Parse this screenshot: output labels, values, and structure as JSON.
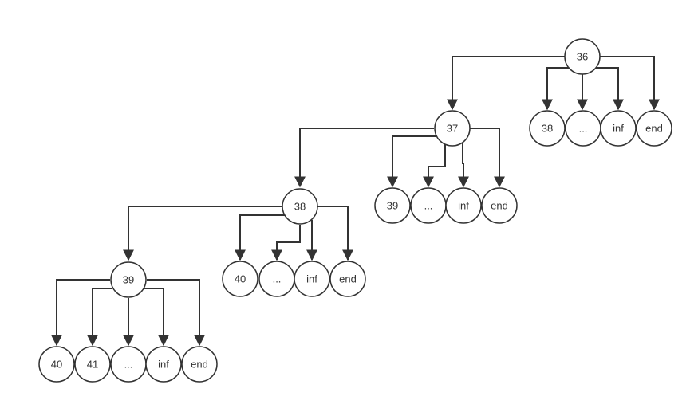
{
  "nodes": {
    "n36": "36",
    "n37": "37",
    "c36_38": "38",
    "c36_dots": "...",
    "c36_inf": "inf",
    "c36_end": "end",
    "n38": "38",
    "c37_39": "39",
    "c37_dots": "...",
    "c37_inf": "inf",
    "c37_end": "end",
    "n39": "39",
    "c38_40": "40",
    "c38_dots": "...",
    "c38_inf": "inf",
    "c38_end": "end",
    "c39_40": "40",
    "c39_41": "41",
    "c39_dots": "...",
    "c39_inf": "inf",
    "c39_end": "end"
  },
  "edges": [
    [
      "n36",
      "n37"
    ],
    [
      "n36",
      "c36_38"
    ],
    [
      "n36",
      "c36_dots"
    ],
    [
      "n36",
      "c36_inf"
    ],
    [
      "n36",
      "c36_end"
    ],
    [
      "n37",
      "n38"
    ],
    [
      "n37",
      "c37_39"
    ],
    [
      "n37",
      "c37_dots"
    ],
    [
      "n37",
      "c37_inf"
    ],
    [
      "n37",
      "c37_end"
    ],
    [
      "n38",
      "n39"
    ],
    [
      "n38",
      "c38_40"
    ],
    [
      "n38",
      "c38_dots"
    ],
    [
      "n38",
      "c38_inf"
    ],
    [
      "n38",
      "c38_end"
    ],
    [
      "n39",
      "c39_40"
    ],
    [
      "n39",
      "c39_41"
    ],
    [
      "n39",
      "c39_dots"
    ],
    [
      "n39",
      "c39_inf"
    ],
    [
      "n39",
      "c39_end"
    ]
  ],
  "colors": {
    "stroke": "#333333",
    "fill": "#ffffff"
  }
}
